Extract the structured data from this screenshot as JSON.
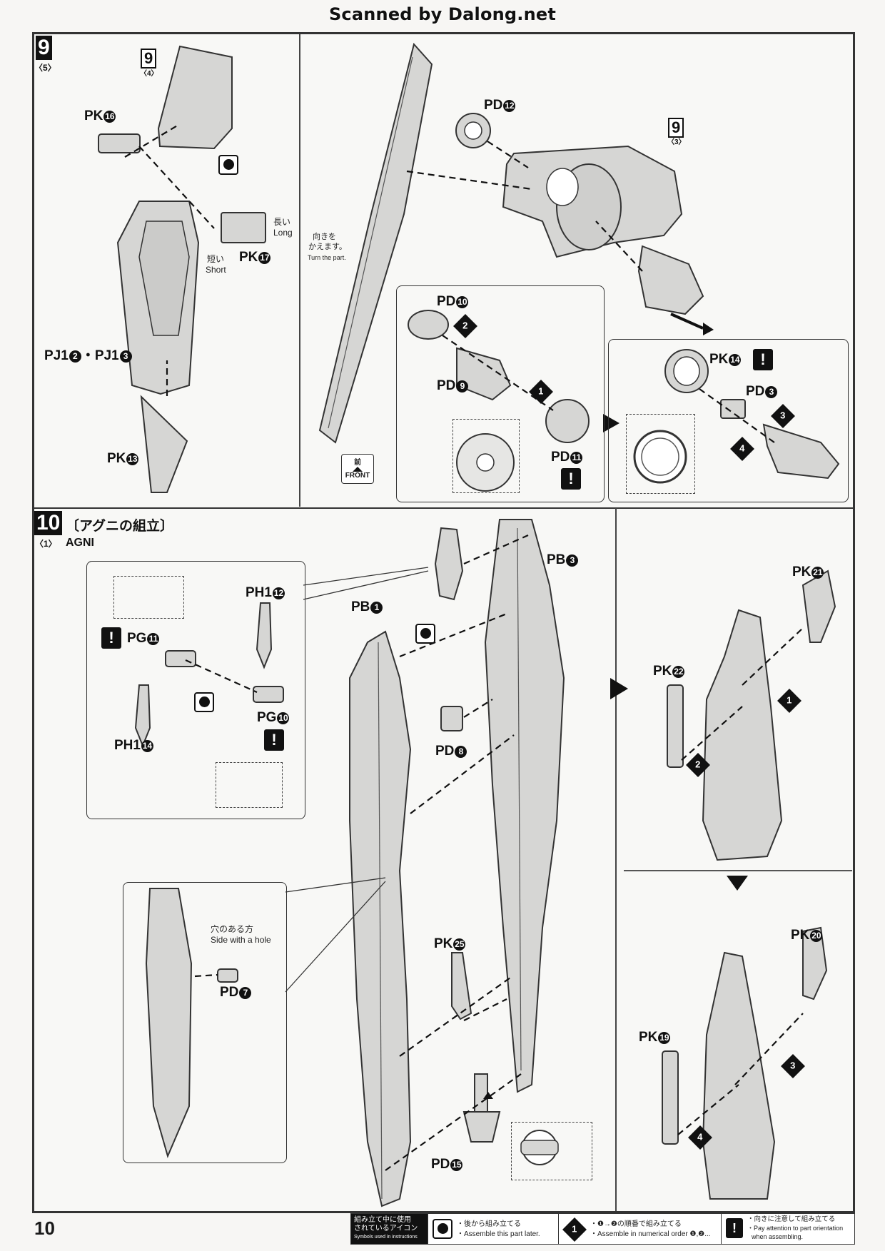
{
  "watermark": "Scanned by Dalong.net",
  "page_number": "10",
  "step9": {
    "number": "9",
    "sub": "〈5〉",
    "ref_number": "9",
    "ref_sub": "〈4〉",
    "ref2_number": "9",
    "ref2_sub": "〈3〉",
    "parts": {
      "pk16": "PK",
      "pk16_n": "16",
      "pk17": "PK",
      "pk17_n": "17",
      "pj1": "PJ1",
      "pj1_a": "2",
      "pj1_sep": "・PJ1",
      "pj1_b": "3",
      "pk13": "PK",
      "pk13_n": "13",
      "pd12": "PD",
      "pd12_n": "12",
      "pd10": "PD",
      "pd10_n": "10",
      "pd9": "PD",
      "pd9_n": "9",
      "pd11": "PD",
      "pd11_n": "11",
      "pk14": "PK",
      "pk14_n": "14",
      "pd3": "PD",
      "pd3_n": "3"
    },
    "long_jp": "長い",
    "long_en": "Long",
    "short_jp": "短い",
    "short_en": "Short",
    "turn_jp1": "向きを",
    "turn_jp2": "かえます。",
    "turn_en": "Turn the part.",
    "front_jp": "前",
    "front_en": "FRONT"
  },
  "step10": {
    "number": "10",
    "sub": "〈1〉",
    "title_jp": "〔アグニの組立〕",
    "title_en": "AGNI",
    "parts": {
      "pb1": "PB",
      "pb1_n": "1",
      "pb3": "PB",
      "pb3_n": "3",
      "ph112": "PH1",
      "ph112_n": "12",
      "pg11": "PG",
      "pg11_n": "11",
      "pg10": "PG",
      "pg10_n": "10",
      "ph114": "PH1",
      "ph114_n": "14",
      "pd8": "PD",
      "pd8_n": "8",
      "pd7": "PD",
      "pd7_n": "7",
      "pk25": "PK",
      "pk25_n": "25",
      "pd15": "PD",
      "pd15_n": "15",
      "pk21": "PK",
      "pk21_n": "21",
      "pk22": "PK",
      "pk22_n": "22",
      "pk20": "PK",
      "pk20_n": "20",
      "pk19": "PK",
      "pk19_n": "19"
    },
    "hole_jp": "穴のある方",
    "hole_en": "Side with a hole"
  },
  "legend": {
    "head_jp1": "組み立て中に使用",
    "head_jp2": "されているアイコン",
    "head_en": "Symbols used in instructions",
    "rev_jp": "・後から組み立てる",
    "rev_en": "・Assemble this part later.",
    "ord_jp": "・❶→❷の順番で組み立てる",
    "ord_en": "・Assemble in numerical order ❶,❷...",
    "ord_icon": "1",
    "warn_jp": "・向きに注意して組み立てる",
    "warn_en1": "・Pay attention to part orientation",
    "warn_en2": "when assembling.",
    "warn_icon": "!"
  },
  "markers": {
    "warn": "!",
    "o1": "1",
    "o2": "2",
    "o3": "3",
    "o4": "4"
  }
}
